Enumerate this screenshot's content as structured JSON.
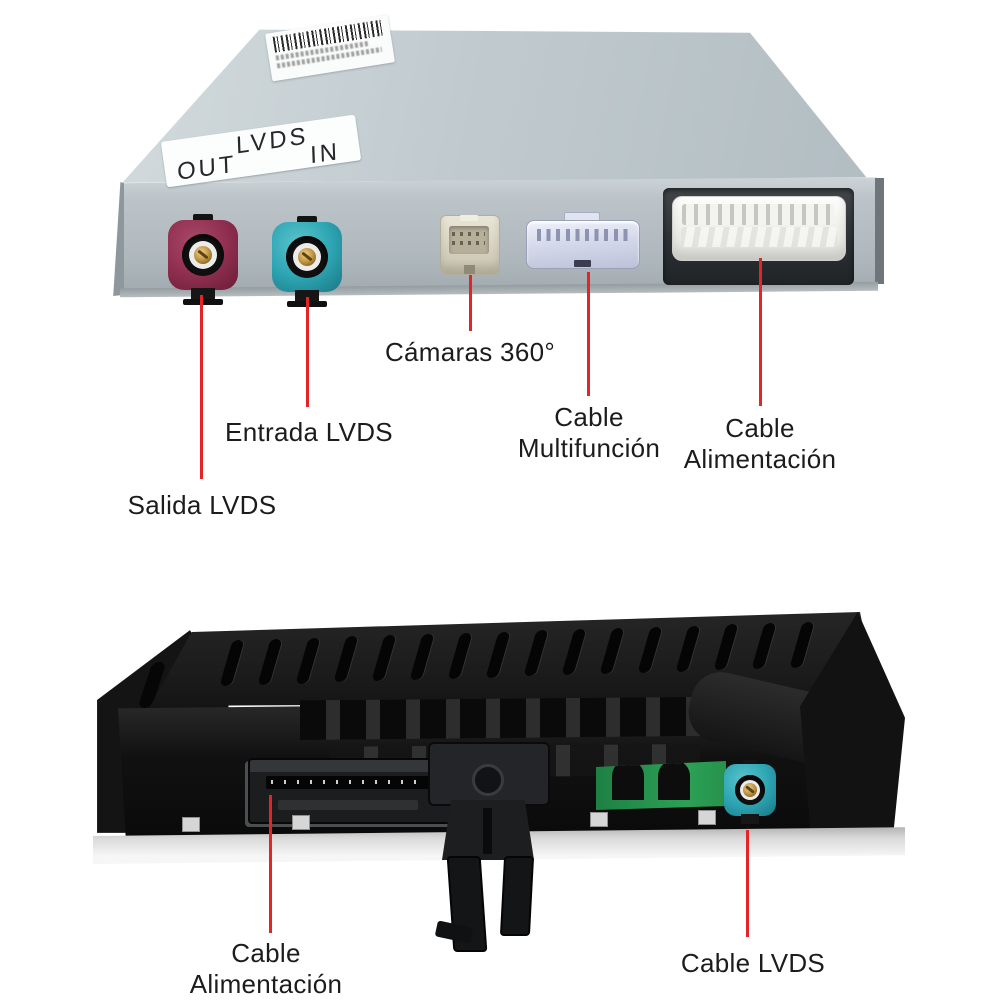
{
  "colors": {
    "annotation_line": "#e32528",
    "label_text": "#1c1c1e",
    "box_metal": "#b8c2c7",
    "fakra_out": "#923052",
    "fakra_in": "#2ea6b4",
    "pcb_green": "#2ca155"
  },
  "top_section": {
    "sticker": {
      "title": "LVDS",
      "left": "OUT",
      "right": "IN"
    },
    "callouts": [
      {
        "label": "Salida LVDS"
      },
      {
        "label": "Entrada LVDS"
      },
      {
        "label": "Cámaras 360°"
      },
      {
        "line1": "Cable",
        "line2": "Multifunción"
      },
      {
        "line1": "Cable",
        "line2": "Alimentación"
      }
    ]
  },
  "bottom_section": {
    "callouts": [
      {
        "line1": "Cable",
        "line2": "Alimentación"
      },
      {
        "label": "Cable LVDS"
      }
    ]
  }
}
